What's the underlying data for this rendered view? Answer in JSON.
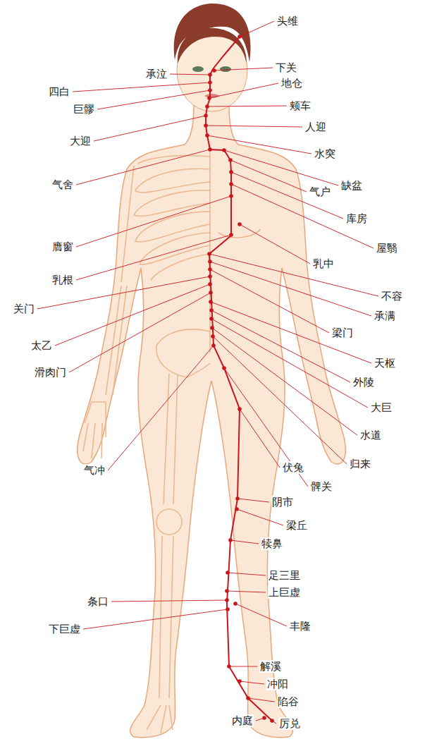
{
  "diagram": {
    "labels": [
      "头维",
      "承泣",
      "下关",
      "地仓",
      "四白",
      "颊车",
      "巨髎",
      "人迎",
      "大迎",
      "水突",
      "缺盆",
      "气舍",
      "气户",
      "库房",
      "膺窗",
      "屋翳",
      "乳中",
      "乳根",
      "不容",
      "关门",
      "承满",
      "太乙",
      "梁门",
      "滑肉门",
      "天枢",
      "外陵",
      "大巨",
      "水道",
      "归来",
      "气冲",
      "伏兔",
      "髀关",
      "阴市",
      "梁丘",
      "犊鼻",
      "足三里",
      "上巨虚",
      "条口",
      "丰隆",
      "下巨虚",
      "解溪",
      "冲阳",
      "陷谷",
      "内庭",
      "厉兑"
    ]
  }
}
